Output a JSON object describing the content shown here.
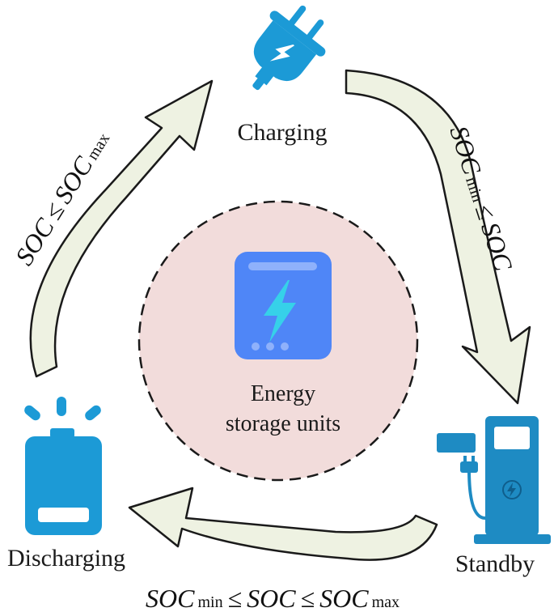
{
  "nodes": {
    "charging": "Charging",
    "standby": "Standby",
    "discharging": "Discharging",
    "center": {
      "line1": "Energy",
      "line2": "storage units"
    }
  },
  "conditions": {
    "left": {
      "a": "SOC",
      "op": "≤",
      "b": "SOC",
      "b_sub": "max"
    },
    "right": {
      "a": "SOC",
      "a_sub": "min",
      "op": "≤",
      "b": "SOC"
    },
    "bottom": {
      "a": "SOC",
      "a_sub": "min",
      "op1": "≤",
      "b": "SOC",
      "op2": "≤",
      "c": "SOC",
      "c_sub": "max"
    }
  },
  "colors": {
    "arrow_fill": "#eef2e2",
    "arrow_stroke": "#1a1a1a",
    "icon_blue": "#1c9ad6",
    "circle_fill": "#f2dcdb",
    "storage_icon_body": "#4f86f7",
    "bolt": "#36d1e9"
  }
}
